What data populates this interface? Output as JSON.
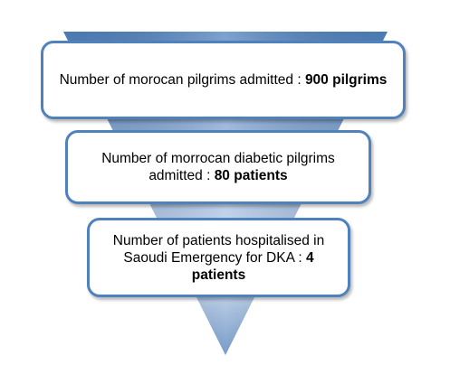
{
  "colors": {
    "funnel_top": "#4f81bd",
    "funnel_bottom": "#4a7ab5",
    "box_border": "#4f81bd",
    "box_fill": "#ffffff"
  },
  "levels": [
    {
      "text_prefix": "Number of morocan pilgrims  admitted : ",
      "value_bold": "900 pilgrims"
    },
    {
      "text_prefix": "Number of morrocan diabetic pilgrims admitted : ",
      "value_bold": "80 patients"
    },
    {
      "text_prefix": "Number of patients hospitalised in Saoudi  Emergency for DKA : ",
      "value_bold": "4 patients"
    }
  ]
}
